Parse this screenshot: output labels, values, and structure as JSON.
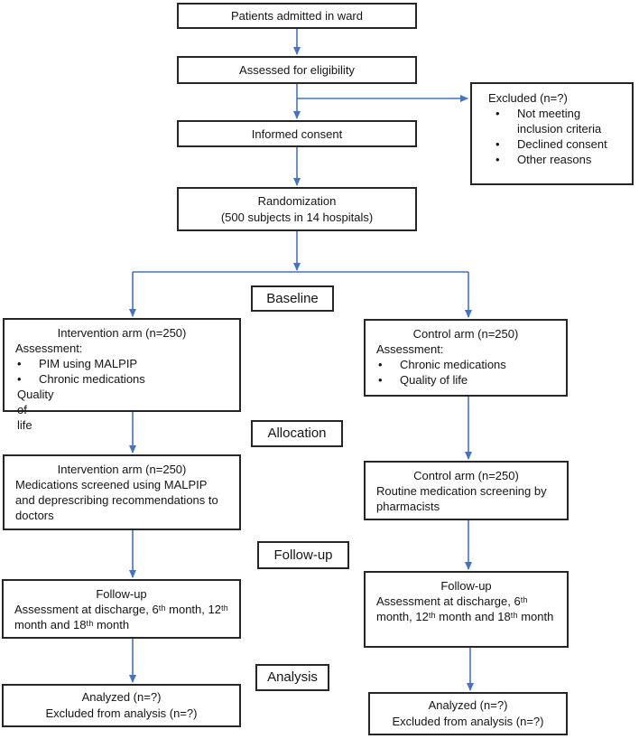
{
  "colors": {
    "arrow_blue": "#4472C4",
    "box_border": "#262626",
    "text": "#141414",
    "background": "#ffffff"
  },
  "flow": {
    "top": {
      "patients": {
        "label": "Patients admitted in ward"
      },
      "assessed": {
        "label": "Assessed for eligibility"
      },
      "informed": {
        "label": "Informed consent"
      },
      "randomization": {
        "line1": "Randomization",
        "line2": "(500 subjects in 14 hospitals)"
      }
    },
    "excluded": {
      "title": "Excluded (n=?)",
      "bullet_char": "•",
      "bullets": [
        "Not meeting inclusion criteria",
        "Declined consent",
        "Other reasons"
      ]
    },
    "stages": {
      "baseline": "Baseline",
      "allocation": "Allocation",
      "followup": "Follow-up",
      "analysis": "Analysis"
    },
    "intervention": {
      "baseline": {
        "title": "Intervention arm (n=250)",
        "heading": "Assessment:",
        "bullet_char": "•",
        "bullets": [
          "PIM using MALPIP",
          "Chronic medications",
          "Quality of life"
        ]
      },
      "allocation": {
        "title": "Intervention arm (n=250)",
        "body": "Medications screened using MALPIP and deprescribing recommendations to doctors"
      },
      "followup": {
        "title": "Follow-up",
        "body": "Assessment at discharge, 6ᵗʰ month, 12ᵗʰ month and 18ᵗʰ month"
      },
      "analysis": {
        "line1": "Analyzed (n=?)",
        "line2": "Excluded from analysis (n=?)"
      }
    },
    "control": {
      "baseline": {
        "title": "Control arm (n=250)",
        "heading": "Assessment:",
        "bullet_char": "•",
        "bullets": [
          "Chronic medications",
          "Quality of life"
        ]
      },
      "allocation": {
        "title": "Control arm (n=250)",
        "body": "Routine medication screening by pharmacists"
      },
      "followup": {
        "title": "Follow-up",
        "body": "Assessment at discharge, 6ᵗʰ month, 12ᵗʰ month and 18ᵗʰ month"
      },
      "analysis": {
        "line1": "Analyzed (n=?)",
        "line2": "Excluded from analysis (n=?)"
      }
    }
  }
}
